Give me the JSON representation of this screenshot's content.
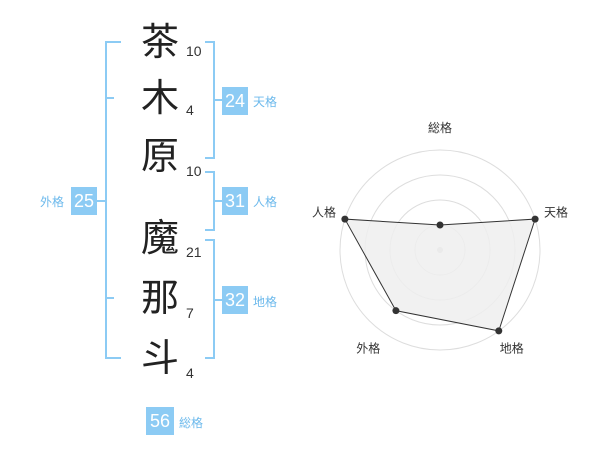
{
  "colors": {
    "bracket": "#8ccbf4",
    "badge": "#8ccbf4",
    "label": "#6cb9ec",
    "radar_fill": "#eeeeee",
    "radar_line": "#333333"
  },
  "name": {
    "characters": [
      {
        "char": "茶",
        "strokes": "10"
      },
      {
        "char": "木",
        "strokes": "4"
      },
      {
        "char": "原",
        "strokes": "10"
      },
      {
        "char": "魔",
        "strokes": "21"
      },
      {
        "char": "那",
        "strokes": "7"
      },
      {
        "char": "斗",
        "strokes": "4"
      }
    ]
  },
  "kaku": {
    "tenkaku": {
      "value": "24",
      "label": "天格"
    },
    "jinkaku": {
      "value": "31",
      "label": "人格"
    },
    "chikaku": {
      "value": "32",
      "label": "地格"
    },
    "gaikaku": {
      "value": "25",
      "label": "外格"
    },
    "soukaku": {
      "value": "56",
      "label": "総格"
    }
  },
  "chart_data": {
    "type": "radar",
    "axes": [
      "総格",
      "天格",
      "地格",
      "外格",
      "人格"
    ],
    "values": [
      1,
      4,
      4,
      3,
      4
    ],
    "max": 4,
    "grid_levels": 4
  }
}
